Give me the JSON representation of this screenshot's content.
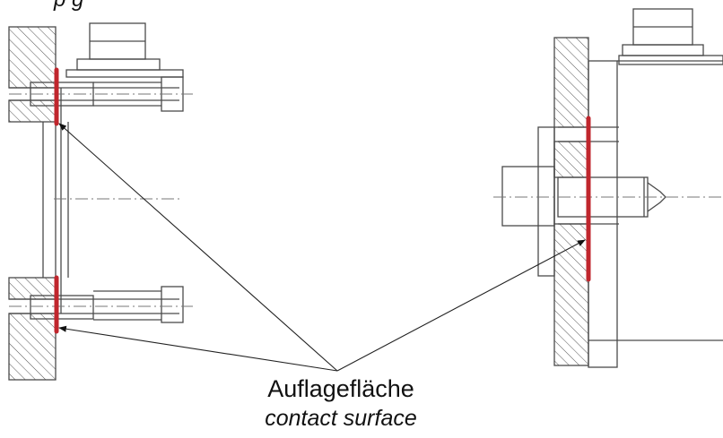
{
  "label_de": "Auflagefläche",
  "label_en": "contact surface",
  "top_fragment": "p                     g",
  "colors": {
    "contact": "#c0262d",
    "lines": "#4a4a4a"
  }
}
